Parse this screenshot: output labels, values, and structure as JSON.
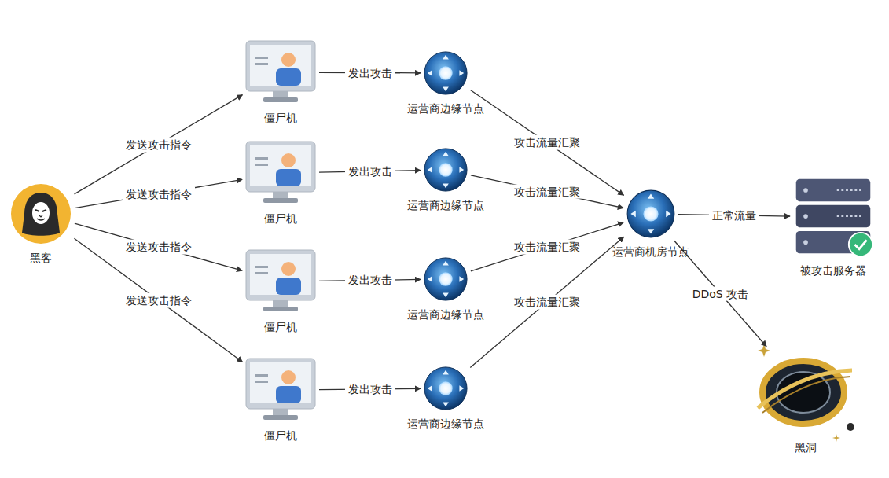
{
  "diagram": {
    "nodes": [
      {
        "text": [
          "黑客"
        ]
      },
      {
        "text": [
          "僵尸机"
        ]
      },
      {
        "text": [
          "僵尸机"
        ]
      },
      {
        "text": [
          "僵尸机"
        ]
      },
      {
        "text": [
          "僵尸机"
        ]
      },
      {
        "text": [
          "运营商边缘节点"
        ]
      },
      {
        "text": [
          "运营商边缘节点"
        ]
      },
      {
        "text": [
          "运营商边缘节点"
        ]
      },
      {
        "text": [
          "运营商边缘节点"
        ]
      },
      {
        "text": [
          "运营商机房节点"
        ]
      },
      {
        "text": [
          "被攻击服务器"
        ]
      },
      {
        "text": [
          "黑洞"
        ]
      }
    ],
    "edges": [
      {
        "from": 0,
        "to": 1,
        "label": "发送攻击指令",
        "arrow": "to"
      },
      {
        "from": 0,
        "to": 2,
        "label": "发送攻击指令",
        "arrow": "to"
      },
      {
        "from": 0,
        "to": 3,
        "label": "发送攻击指令",
        "arrow": "to"
      },
      {
        "from": 0,
        "to": 4,
        "label": "发送攻击指令",
        "arrow": "to"
      },
      {
        "from": 1,
        "to": 5,
        "label": "发出攻击",
        "arrow": "to"
      },
      {
        "from": 2,
        "to": 6,
        "label": "发出攻击",
        "arrow": "to"
      },
      {
        "from": 3,
        "to": 7,
        "label": "发出攻击",
        "arrow": "to"
      },
      {
        "from": 4,
        "to": 8,
        "label": "发出攻击",
        "arrow": "to"
      },
      {
        "from": 5,
        "to": 9,
        "label": "攻击流量汇聚",
        "arrow": "to"
      },
      {
        "from": 6,
        "to": 9,
        "label": "攻击流量汇聚",
        "arrow": "to"
      },
      {
        "from": 7,
        "to": 9,
        "label": "攻击流量汇聚",
        "arrow": "to"
      },
      {
        "from": 8,
        "to": 9,
        "label": "攻击流量汇聚",
        "arrow": "to"
      },
      {
        "from": 9,
        "to": 10,
        "label": "正常流量",
        "arrow": "to"
      },
      {
        "from": 9,
        "to": 11,
        "label": "DDoS 攻击",
        "arrow": "to"
      }
    ]
  }
}
